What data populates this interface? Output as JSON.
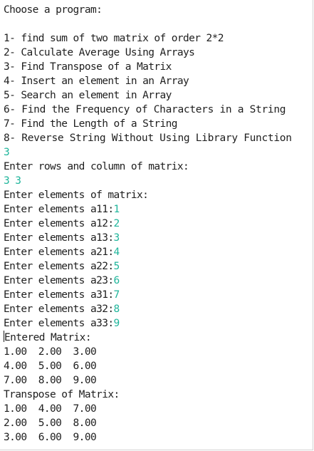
{
  "console": {
    "prompt_heading": "Choose a program:",
    "menu": [
      "1- find sum of two matrix of order 2*2",
      "2- Calculate Average Using Arrays",
      "3- Find Transpose of a Matrix",
      "4- Insert an element in an Array",
      "5- Search an element in Array",
      "6- Find the Frequency of Characters in a String",
      "7- Find the Length of a String",
      "8- Reverse String Without Using Library Function"
    ],
    "choice_input": "3",
    "rows_cols_prompt": "Enter rows and column of matrix:",
    "rows_cols_input": "3 3",
    "elements_heading": "Enter elements of matrix:",
    "element_prompts": [
      {
        "label": "Enter elements a11:",
        "value": "1"
      },
      {
        "label": "Enter elements a12:",
        "value": "2"
      },
      {
        "label": "Enter elements a13:",
        "value": "3"
      },
      {
        "label": "Enter elements a21:",
        "value": "4"
      },
      {
        "label": "Enter elements a22:",
        "value": "5"
      },
      {
        "label": "Enter elements a23:",
        "value": "6"
      },
      {
        "label": "Enter elements a31:",
        "value": "7"
      },
      {
        "label": "Enter elements a32:",
        "value": "8"
      },
      {
        "label": "Enter elements a33:",
        "value": "9"
      }
    ],
    "entered_heading": "Entered Matrix:",
    "entered_rows": [
      "1.00  2.00  3.00",
      "4.00  5.00  6.00",
      "7.00  8.00  9.00"
    ],
    "transpose_heading": "Transpose of Matrix:",
    "transpose_rows": [
      "1.00  4.00  7.00",
      "2.00  5.00  8.00",
      "3.00  6.00  9.00"
    ]
  },
  "colors": {
    "text": "#1e1e1e",
    "input": "#1fb59b",
    "background": "#ffffff"
  }
}
